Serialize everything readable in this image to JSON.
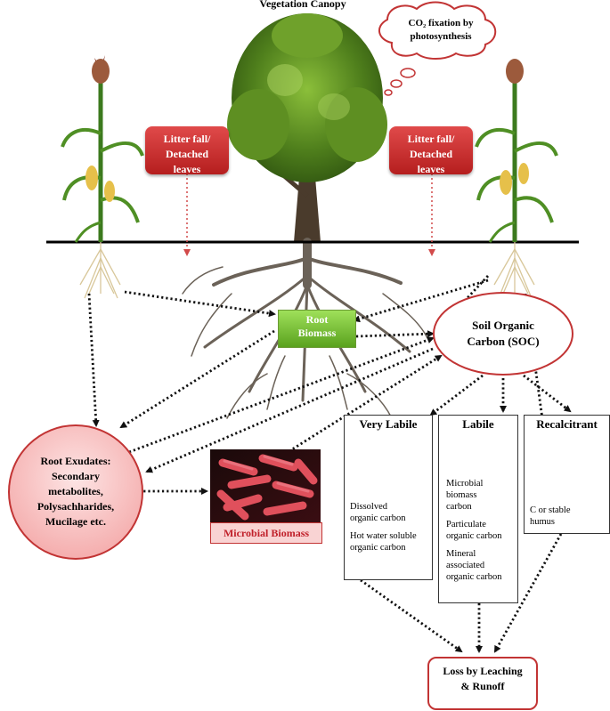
{
  "title": "Vegetation Canopy",
  "cloud": {
    "line1": "CO₂ fixation by",
    "line2": "photosynthesis"
  },
  "litter_left": {
    "line1": "Litter fall/",
    "line2": "Detached",
    "line3": "leaves"
  },
  "litter_right": {
    "line1": "Litter fall/",
    "line2": "Detached",
    "line3": "leaves"
  },
  "root_biomass": {
    "line1": "Root",
    "line2": "Biomass"
  },
  "soc": {
    "line1": "Soil Organic",
    "line2": "Carbon (SOC)"
  },
  "exudates": {
    "line1": "Root Exudates:",
    "line2": "Secondary",
    "line3": "metabolites,",
    "line4": "Polysachharides,",
    "line5": "Mucilage etc."
  },
  "microbial_label": "Microbial Biomass",
  "very_labile": {
    "title": "Very Labile",
    "item1a": "Dissolved",
    "item1b": "organic carbon",
    "item2a": "Hot water soluble",
    "item2b": "organic carbon"
  },
  "labile": {
    "title": "Labile",
    "item1a": "Microbial",
    "item1b": "biomass",
    "item1c": "carbon",
    "item2a": "Particulate",
    "item2b": "organic carbon",
    "item3a": "Mineral",
    "item3b": "associated",
    "item3c": "organic carbon"
  },
  "recalcitrant": {
    "title": "Recalcitrant",
    "item1a": "C or stable",
    "item1b": "humus"
  },
  "loss": {
    "line1": "Loss by Leaching",
    "line2": "& Runoff"
  },
  "colors": {
    "red_box": "#c62828",
    "green_box": "#6fbf2a",
    "outline_red": "#c23434",
    "soil_line": "#000000",
    "arrow": "#111111",
    "dashed_red": "#d24a4a"
  }
}
